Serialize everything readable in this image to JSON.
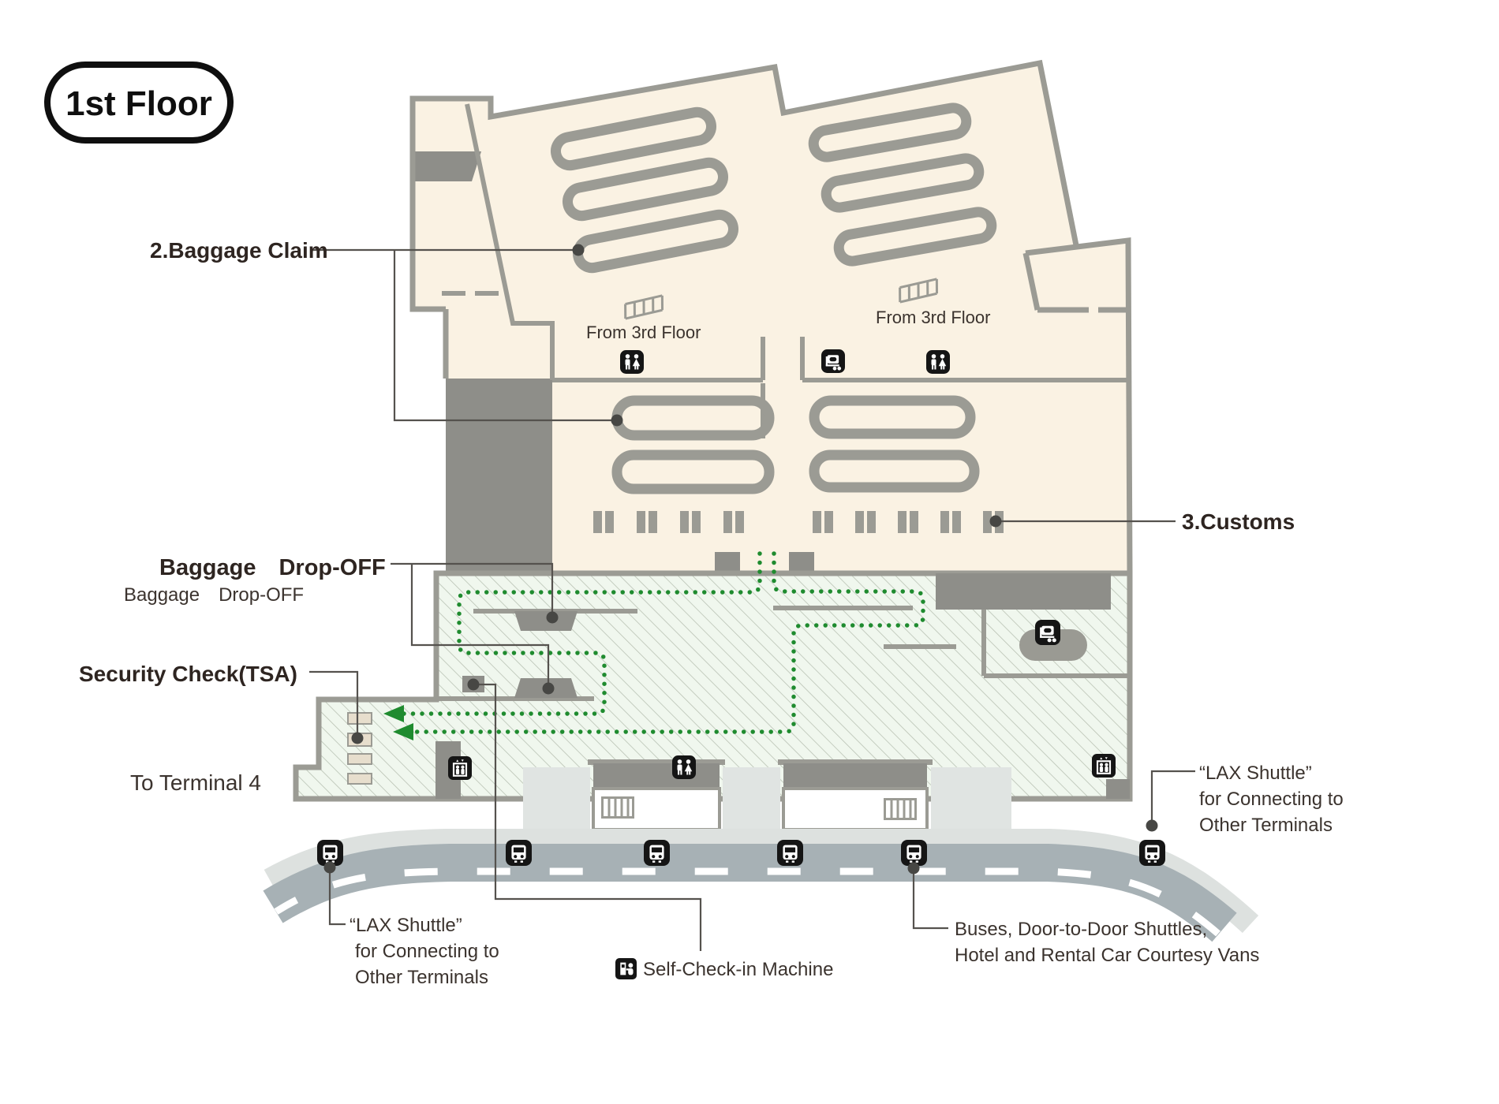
{
  "badge": {
    "label": "1st Floor"
  },
  "labels": {
    "baggage_claim": "2.Baggage Claim",
    "customs": "3.Customs",
    "baggage_dropoff_main": "Baggage  Drop-OFF",
    "baggage_dropoff_sub": "Baggage  Drop-OFF",
    "security_check": "Security Check(TSA)",
    "to_terminal4": "To Terminal 4",
    "from_3rd_floor_left": "From 3rd Floor",
    "from_3rd_floor_right": "From 3rd Floor",
    "self_checkin": "Self-Check-in Machine",
    "shuttle_left": {
      "line1": "“LAX Shuttle”",
      "line2": "for Connecting to",
      "line3": "Other Terminals"
    },
    "shuttle_right": {
      "line1": "“LAX Shuttle”",
      "line2": "for Connecting to",
      "line3": "Other Terminals"
    },
    "buses": {
      "line1": "Buses, Door-to-Door Shuttles,",
      "line2": "Hotel and Rental Car Courtesy Vans"
    }
  },
  "icons": {
    "restroom": "restroom-icon",
    "luggage_cart": "luggage-cart-icon",
    "elevator": "elevator-icon",
    "escalator": "escalator-icon",
    "bus_stop": "bus-stop-icon",
    "self_check_in": "self-check-in-icon",
    "stairs": "stairs-icon"
  },
  "colors": {
    "floor_beige": "#faf2e3",
    "wall_gray": "#9b9b94",
    "block_dark_gray": "#8e8e89",
    "hatch_bg": "#f0f7ee",
    "hatch_line": "#b9c2b4",
    "path_green": "#1f8b2f",
    "road_gray": "#a7b1b5",
    "curb_light": "#dde1df",
    "plaza_light": "#e0e4e2",
    "icon_black": "#151515",
    "security_box_tan": "#e7decd",
    "label_dark": "#2e2521"
  }
}
